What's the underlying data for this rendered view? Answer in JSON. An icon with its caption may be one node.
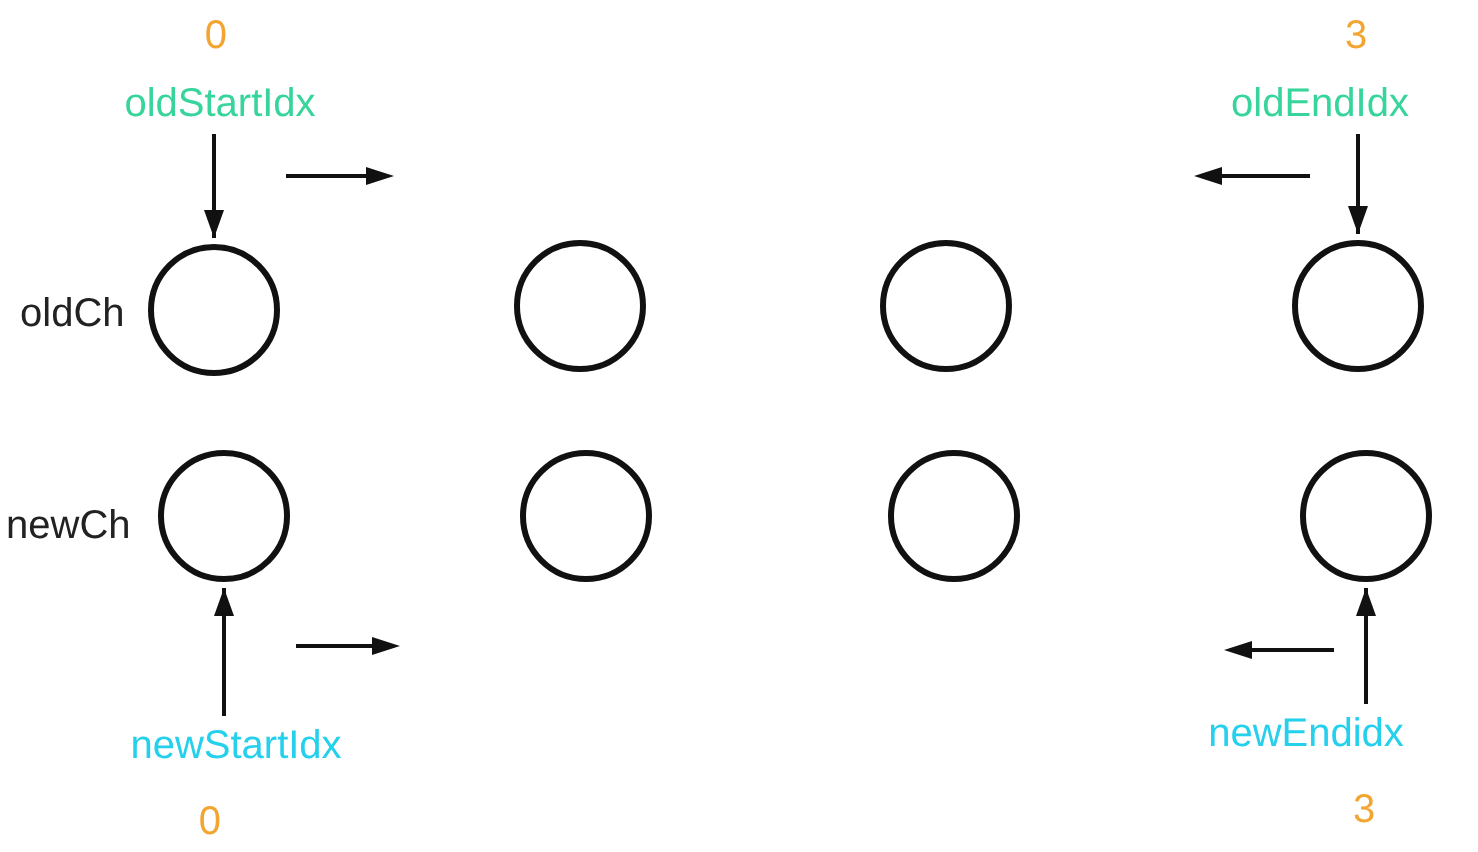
{
  "diagram": {
    "nodes": [
      {
        "text": [
          "oldStartIdx"
        ],
        "beside": [
          "0"
        ]
      },
      {
        "text": [
          "oldEndIdx"
        ],
        "beside": [
          "3"
        ]
      },
      {
        "text": [],
        "shape": "circle"
      },
      {
        "text": [],
        "shape": "circle"
      },
      {
        "text": [],
        "shape": "circle"
      },
      {
        "text": [],
        "shape": "circle"
      },
      {
        "text": [],
        "shape": "circle"
      },
      {
        "text": [],
        "shape": "circle"
      },
      {
        "text": [],
        "shape": "circle"
      },
      {
        "text": [],
        "shape": "circle"
      },
      {
        "text": [
          "newStartIdx"
        ],
        "beside": [
          "0"
        ]
      },
      {
        "text": [
          "newEndidx"
        ],
        "beside": [
          "3"
        ]
      }
    ],
    "edges": [
      {
        "from": 0,
        "to": 2,
        "arrow": "to"
      },
      {
        "from": 1,
        "to": 5,
        "arrow": "to"
      },
      {
        "from": 10,
        "to": 6,
        "arrow": "to"
      },
      {
        "from": 11,
        "to": 9,
        "arrow": "to"
      }
    ],
    "labels": [
      "oldCh",
      "newCh"
    ]
  }
}
